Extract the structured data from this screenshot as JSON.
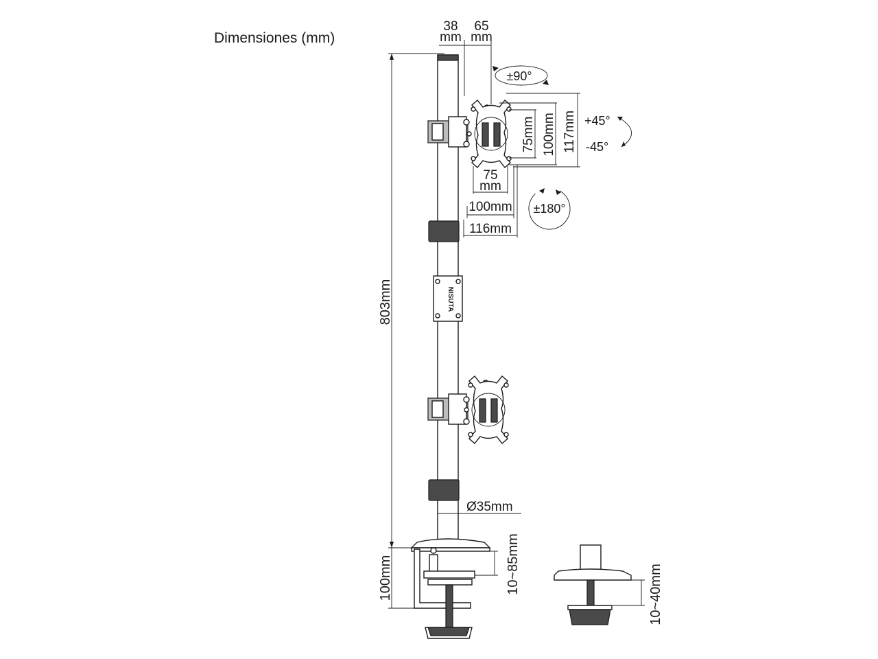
{
  "title": "Dimensiones (mm)",
  "brand": "NISUTA",
  "dimensions": {
    "arm_offset_38": "38",
    "arm_offset_65": "65",
    "mm": "mm",
    "swivel": "±90°",
    "tilt_up": "+45°",
    "tilt_down": "-45°",
    "rotation": "±180°",
    "vesa_v_75": "75mm",
    "vesa_v_100": "100mm",
    "plate_v_117": "117mm",
    "vesa_h_75": "75",
    "vesa_h_100": "100mm",
    "plate_h_116": "116mm",
    "pole_height": "803mm",
    "pole_diameter": "Ø35mm",
    "clamp_height": "100mm",
    "clamp_range": "10~85mm",
    "grommet_range": "10~40mm"
  }
}
